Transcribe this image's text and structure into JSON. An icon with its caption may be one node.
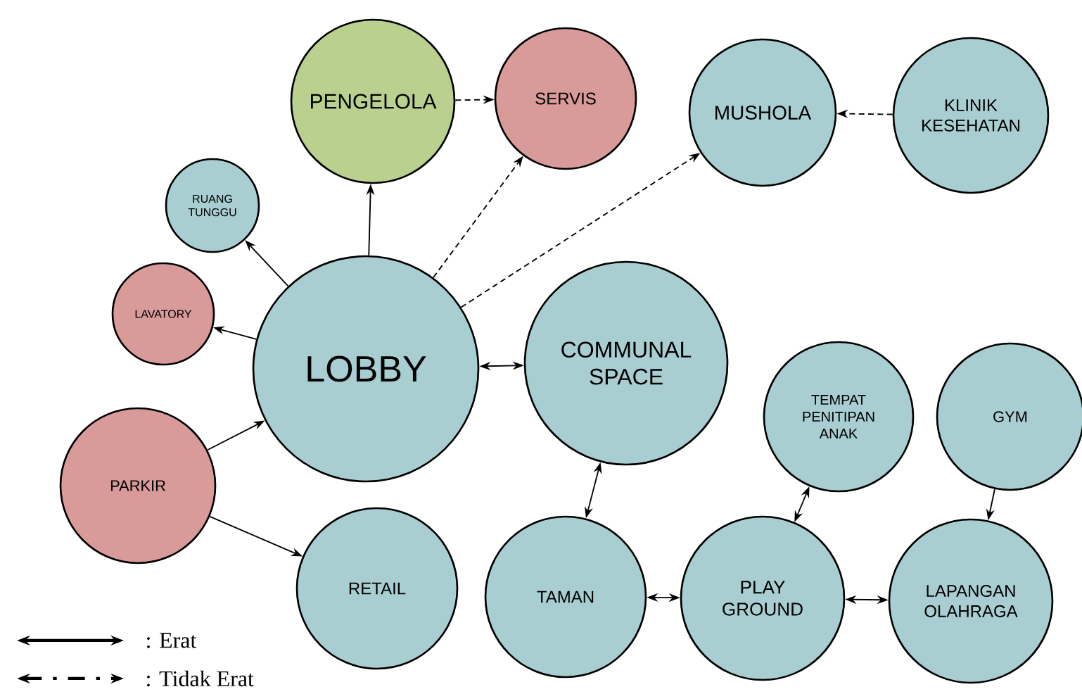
{
  "diagram": {
    "nodes": [
      {
        "text": [
          "PENGELOLA"
        ]
      },
      {
        "text": [
          "SERVIS"
        ]
      },
      {
        "text": [
          "MUSHOLA"
        ]
      },
      {
        "text": [
          "KLINIK KESEHATAN"
        ]
      },
      {
        "text": [
          "RUANG TUNGGU"
        ]
      },
      {
        "text": [
          "LAVATORY"
        ]
      },
      {
        "text": [
          "LOBBY"
        ]
      },
      {
        "text": [
          "COMMUNAL SPACE"
        ]
      },
      {
        "text": [
          "TEMPAT PENITIPAN ANAK"
        ]
      },
      {
        "text": [
          "GYM"
        ]
      },
      {
        "text": [
          "PARKIR"
        ]
      },
      {
        "text": [
          "RETAIL"
        ]
      },
      {
        "text": [
          "TAMAN"
        ]
      },
      {
        "text": [
          "PLAY GROUND"
        ]
      },
      {
        "text": [
          "LAPANGAN OLAHRAGA"
        ]
      }
    ],
    "edges": [
      {
        "from": 6,
        "to": 0,
        "arrow": "to"
      },
      {
        "from": 6,
        "to": 4,
        "arrow": "to"
      },
      {
        "from": 6,
        "to": 5,
        "arrow": "to"
      },
      {
        "from": 0,
        "to": 1,
        "arrow": "to",
        "style": "dashed"
      },
      {
        "from": 6,
        "to": 1,
        "arrow": "to",
        "style": "dashed"
      },
      {
        "from": 6,
        "to": 2,
        "arrow": "to",
        "style": "dashed"
      },
      {
        "from": 3,
        "to": 2,
        "arrow": "to",
        "style": "dashed"
      },
      {
        "from": 6,
        "to": 7,
        "arrow": "both"
      },
      {
        "from": 10,
        "to": 6,
        "arrow": "to"
      },
      {
        "from": 10,
        "to": 11,
        "arrow": "to"
      },
      {
        "from": 7,
        "to": 12,
        "arrow": "both"
      },
      {
        "from": 12,
        "to": 13,
        "arrow": "both"
      },
      {
        "from": 13,
        "to": 8,
        "arrow": "both"
      },
      {
        "from": 13,
        "to": 14,
        "arrow": "both"
      },
      {
        "from": 9,
        "to": 14,
        "arrow": "to"
      }
    ],
    "legend": [
      {
        "text": ": Erat"
      },
      {
        "text": ": Tidak Erat"
      }
    ]
  }
}
